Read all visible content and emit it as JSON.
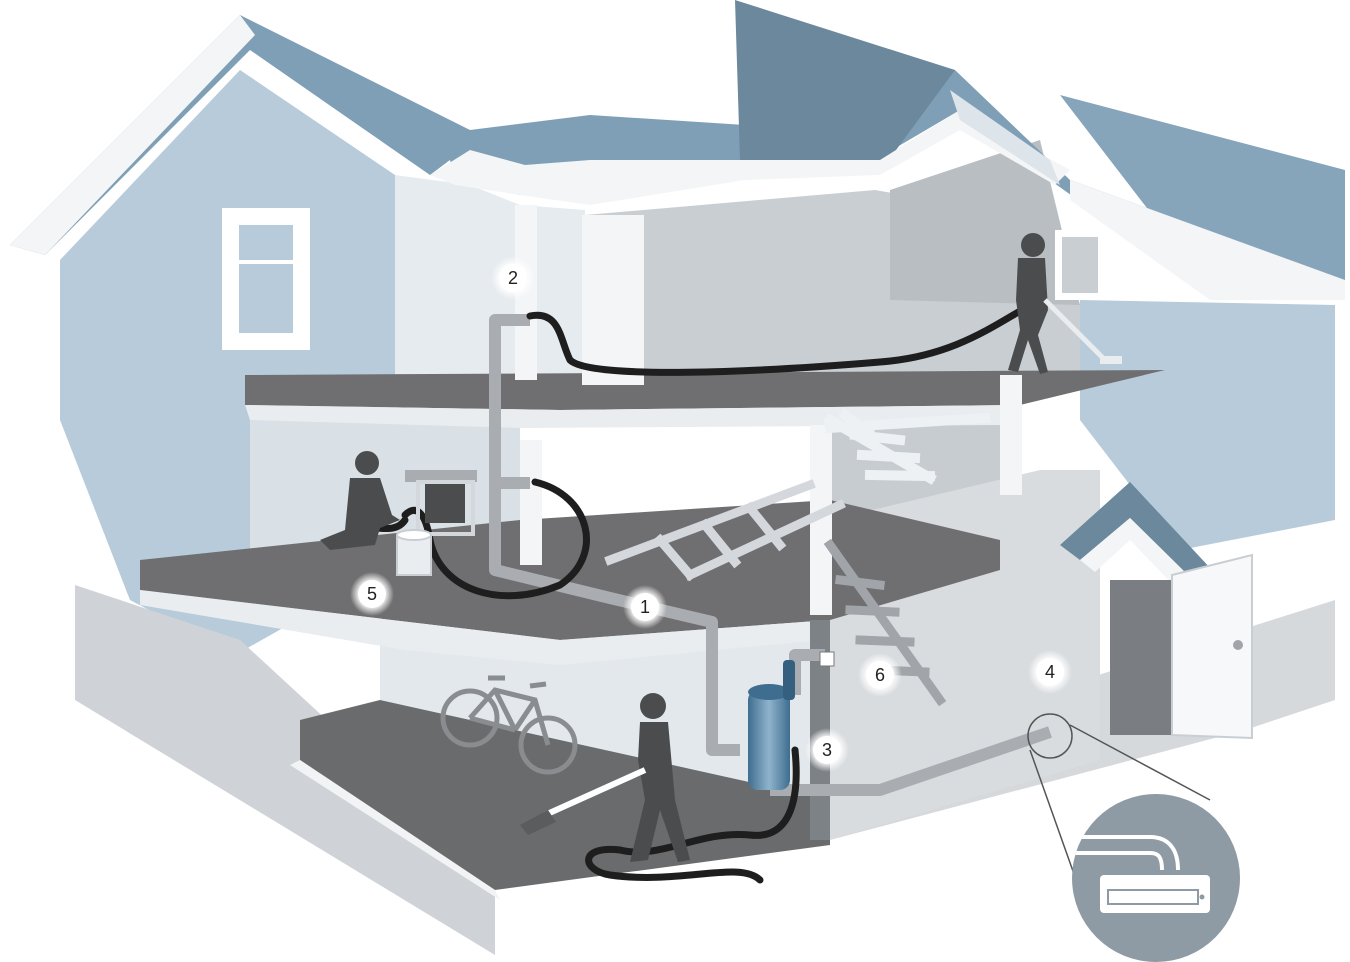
{
  "diagram": {
    "callouts": [
      {
        "id": "1",
        "label": "1"
      },
      {
        "id": "2",
        "label": "2"
      },
      {
        "id": "3",
        "label": "3"
      },
      {
        "id": "4",
        "label": "4"
      },
      {
        "id": "5",
        "label": "5"
      },
      {
        "id": "6",
        "label": "6"
      }
    ]
  },
  "colors": {
    "roof": "#7f9fb6",
    "roof_dark": "#6b889c",
    "wall_exterior": "#b7cbda",
    "wall_light": "#dfe6ec",
    "floor": "#6f6f71",
    "hose": "#1e1e1e",
    "pipe": "#a9adb1",
    "figure": "#4a4c4e",
    "vacuum_unit": "#4f7ea0"
  }
}
